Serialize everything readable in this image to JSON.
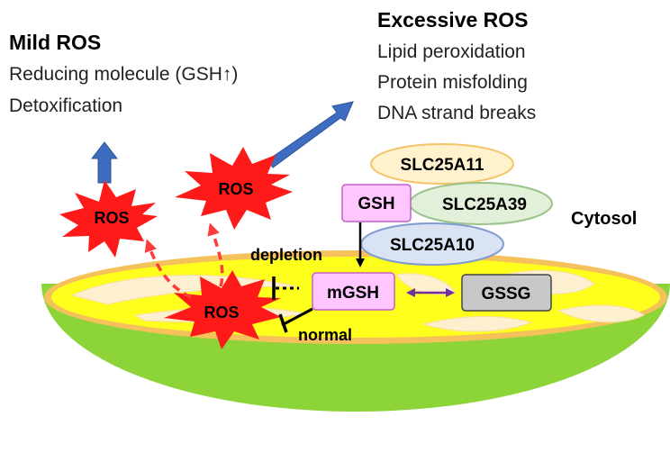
{
  "mild": {
    "title": "Mild ROS",
    "lines": [
      "Reducing molecule (GSH↑)",
      "Detoxification"
    ]
  },
  "excessive": {
    "title": "Excessive ROS",
    "lines": [
      "Lipid peroxidation",
      "Protein misfolding",
      "DNA strand breaks"
    ]
  },
  "ros_label": "ROS",
  "transporters": [
    "SLC25A11",
    "SLC25A39",
    "SLC25A10"
  ],
  "gsh_label": "GSH",
  "mgsh_label": "mGSH",
  "gssg_label": "GSSG",
  "cytosol_label": "Cytosol",
  "depletion_label": "depletion",
  "normal_label": "normal",
  "colors": {
    "ros_burst": "#ff1a1a",
    "ros_arrow": "#ff3b3b",
    "blue_arrow": "#3d6cc0",
    "mito_outer": "#8cd438",
    "mito_rim": "#f5c15a",
    "mito_matrix": "#ffff1e",
    "cristae": "#fdf0d0",
    "gsh_box": "#ffc6ff",
    "gsh_border": "#c65fc6",
    "gssg_box": "#c8c8c8",
    "slc25a11_fill": "#fff2cc",
    "slc25a11_border": "#f4c46a",
    "slc25a39_fill": "#e2efd9",
    "slc25a39_border": "#9ac48a",
    "slc25a10_fill": "#dae3f3",
    "slc25a10_border": "#7f9ccf",
    "exchange_arrow": "#7030a0"
  }
}
